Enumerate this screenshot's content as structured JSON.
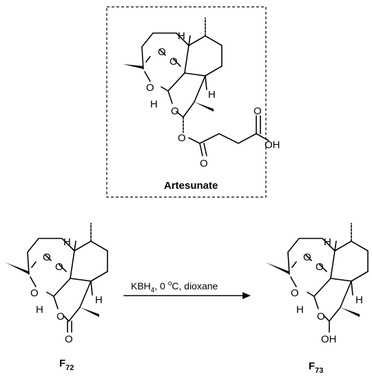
{
  "artesunate": {
    "title": "Artesunate",
    "atoms": {
      "h1": "H",
      "h2": "H",
      "h3": "H",
      "o1": "O",
      "o2": "O",
      "o3": "O",
      "o4": "O",
      "o5": "O",
      "o6": "O",
      "o7": "O",
      "oh": "OH"
    }
  },
  "f72": {
    "label_main": "F",
    "label_sub": "72",
    "atoms": {
      "h1": "H",
      "h2": "H",
      "h3": "H",
      "o1": "O",
      "o2": "O",
      "o3": "O",
      "o4": "O",
      "o5": "O"
    }
  },
  "f73": {
    "label_main": "F",
    "label_sub": "73",
    "atoms": {
      "h1": "H",
      "h2": "H",
      "h3": "H",
      "o1": "O",
      "o2": "O",
      "o3": "O",
      "o4": "O",
      "oh": "OH"
    }
  },
  "reaction": {
    "reagent_main": "KBH",
    "reagent_sub": "4",
    "conditions_rest": ", 0 ",
    "degree": "o",
    "conditions_tail": "C, dioxane"
  }
}
